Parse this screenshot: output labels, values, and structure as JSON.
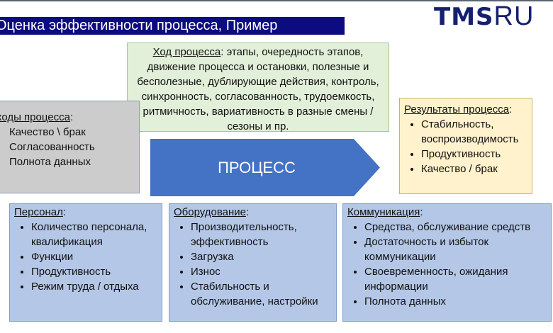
{
  "title": "Оценка эффективности процесса, Пример",
  "logo": {
    "bold": "TMS",
    "light": "RU"
  },
  "flow": {
    "heading": "Ход процесса",
    "text": ": этапы, очередность этапов, движение процесса и остановки, полезные и бесполезные, дублирующие действия, контроль, синхронность, согласованность, трудоемкость, ритмичность, вариативность в разные смены / сезоны и пр."
  },
  "inputs": {
    "heading": "ходы процесса",
    "items": [
      "Качество \\ брак",
      "Согласованность",
      "Полнота данных"
    ]
  },
  "process": {
    "label": "ПРОЦЕСС",
    "color": "#4472c4"
  },
  "results": {
    "heading": "Результаты процесса",
    "items": [
      "Стабильность, воспроизводимость",
      "Продуктивность",
      "Качество / брак"
    ]
  },
  "personnel": {
    "heading": "Персонал",
    "items": [
      "Количество персонала, квалификация",
      "Функции",
      "Продуктивность",
      "Режим труда / отдыха"
    ]
  },
  "equipment": {
    "heading": "Оборудование",
    "items": [
      "Производительность, эффективность",
      "Загрузка",
      "Износ",
      "Стабильность и обслуживание, настройки"
    ]
  },
  "communication": {
    "heading": "Коммуникация",
    "items": [
      "Средства, обслуживание средств",
      "Достаточность и избыток коммуникации",
      "Своевременность, ожидания информации",
      "Полнота данных"
    ]
  }
}
